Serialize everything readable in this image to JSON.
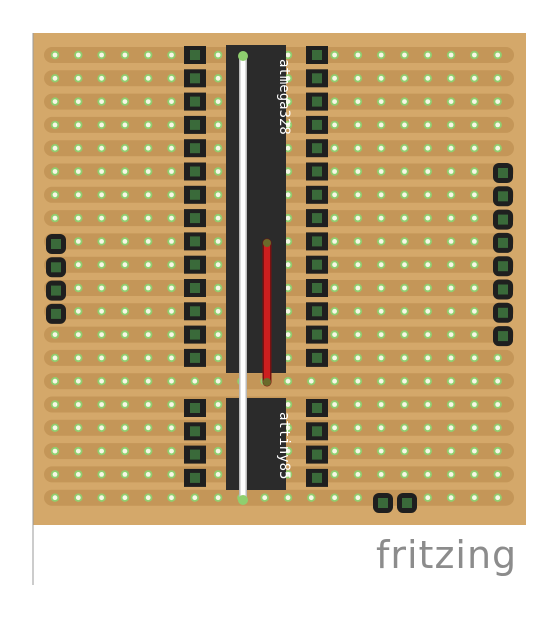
{
  "app": {
    "logo_text": "fritzing"
  },
  "board": {
    "type": "stripboard",
    "colors": {
      "board": "#d4a86a",
      "strip": "#c49658",
      "hole": "#f7f7e6",
      "hole_ring": "#8fcf6f",
      "chip_body": "#2b2b2b",
      "pin_pad": "#1f1f1f",
      "pin_green": "#3a6a3a",
      "wire_white": "#ffffff",
      "wire_red": "#cc1f1f"
    }
  },
  "components": {
    "chip1": {
      "label": "atmega328",
      "icon": "dip-28-chip-icon"
    },
    "chip2": {
      "label": "attiny85",
      "icon": "dip-8-chip-icon"
    },
    "header_left": {
      "icon": "pin-header-4-icon"
    },
    "header_right": {
      "icon": "pin-header-8-icon"
    },
    "header_bottom": {
      "icon": "pin-header-2-icon"
    },
    "wire_white": {
      "icon": "jumper-wire-icon",
      "color": "white"
    },
    "wire_red": {
      "icon": "jumper-wire-icon",
      "color": "red"
    }
  }
}
